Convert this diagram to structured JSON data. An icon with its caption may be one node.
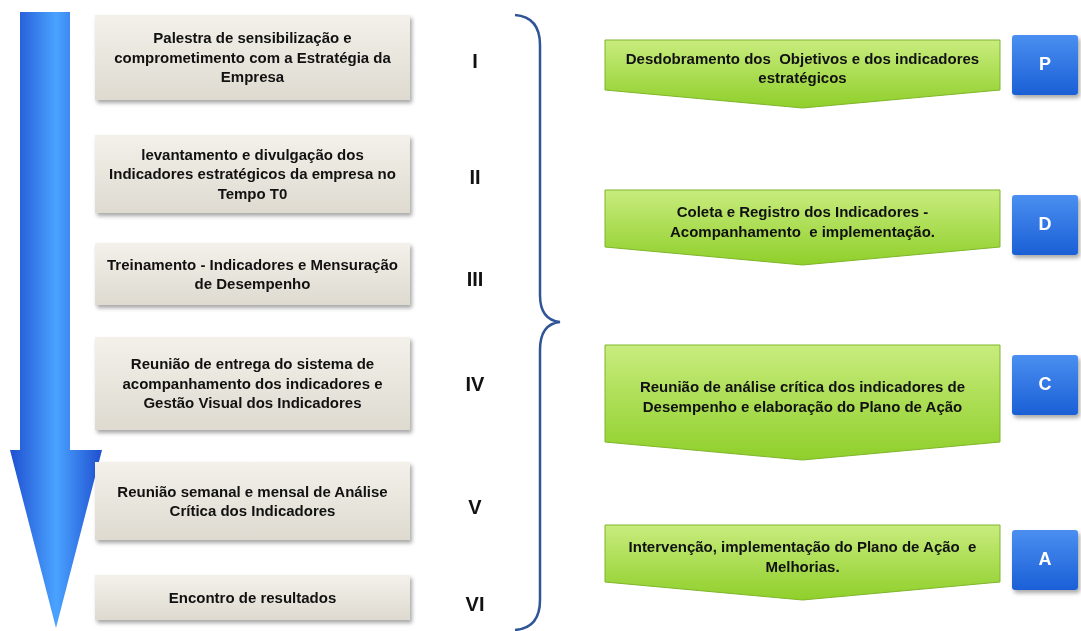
{
  "diagram": {
    "nodes": [
      {
        "text": [
          "Palestra de sensibilização e comprometimento com a Estratégia da Empresa"
        ],
        "beside": [
          "I"
        ]
      },
      {
        "text": [
          "levantamento e divulgação dos Indicadores estratégicos da empresa no Tempo T0"
        ],
        "beside": [
          "II"
        ]
      },
      {
        "text": [
          "Treinamento - Indicadores e Mensuração de Desempenho"
        ],
        "beside": [
          "III"
        ]
      },
      {
        "text": [
          "Reunião de entrega do sistema de acompanhamento dos indicadores e Gestão Visual dos Indicadores"
        ],
        "beside": [
          "IV"
        ]
      },
      {
        "text": [
          "Reunião semanal e mensal de Análise Crítica dos Indicadores"
        ],
        "beside": [
          "V"
        ]
      },
      {
        "text": [
          "Encontro de resultados"
        ],
        "beside": [
          "VI"
        ]
      },
      {
        "text": [
          "Desdobramento dos  Objetivos e dos indicadores estratégicos"
        ]
      },
      {
        "text": [
          "Coleta e Registro dos Indicadores - Acompanhamento  e implementação."
        ]
      },
      {
        "text": [
          "Reunião de análise crítica dos indicadores de Desempenho e elaboração do Plano de Ação"
        ]
      },
      {
        "text": [
          "Intervenção, implementação do Plano de Ação  e Melhorias."
        ]
      },
      {
        "text": [
          "P"
        ]
      },
      {
        "text": [
          "D"
        ]
      },
      {
        "text": [
          "C"
        ]
      },
      {
        "text": [
          "A"
        ]
      }
    ]
  }
}
